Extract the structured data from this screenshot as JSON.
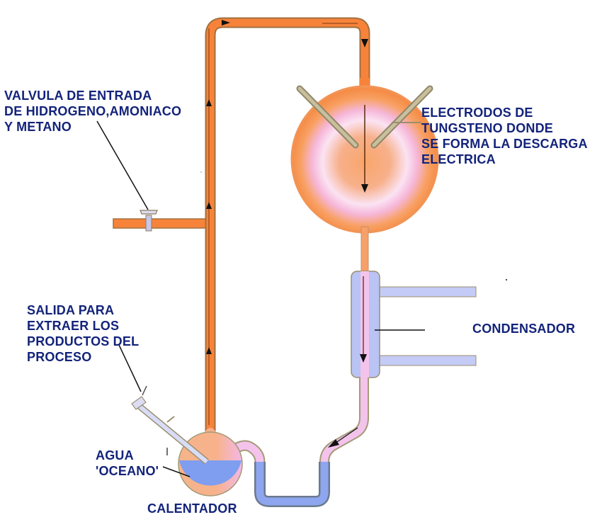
{
  "diagram": {
    "title": "Miller-Urey apparatus",
    "labels": {
      "valve": [
        "VALVULA DE ENTRADA",
        "DE HIDROGENO,AMONIACO",
        "Y METANO"
      ],
      "electrodes": [
        "ELECTRODOS DE",
        "TUNGSTENO DONDE",
        "SE FORMA LA DESCARGA",
        "ELECTRICA"
      ],
      "outlet": [
        "SALIDA PARA",
        "EXTRAER LOS",
        "PRODUCTOS DEL",
        "PROCESO"
      ],
      "water": [
        "AGUA",
        "'OCEANO'"
      ],
      "heater": "CALENTADOR",
      "condenser": "CONDENSADOR"
    },
    "colors": {
      "text": "#13237a",
      "tube_orange": "#f7833a",
      "tube_edge": "#a0703f",
      "glass_pink": "#f4b8e8",
      "water_blue": "#7f9ef0",
      "condenser_blue": "#b9c3f4",
      "electrode": "#b7ad8c"
    }
  }
}
